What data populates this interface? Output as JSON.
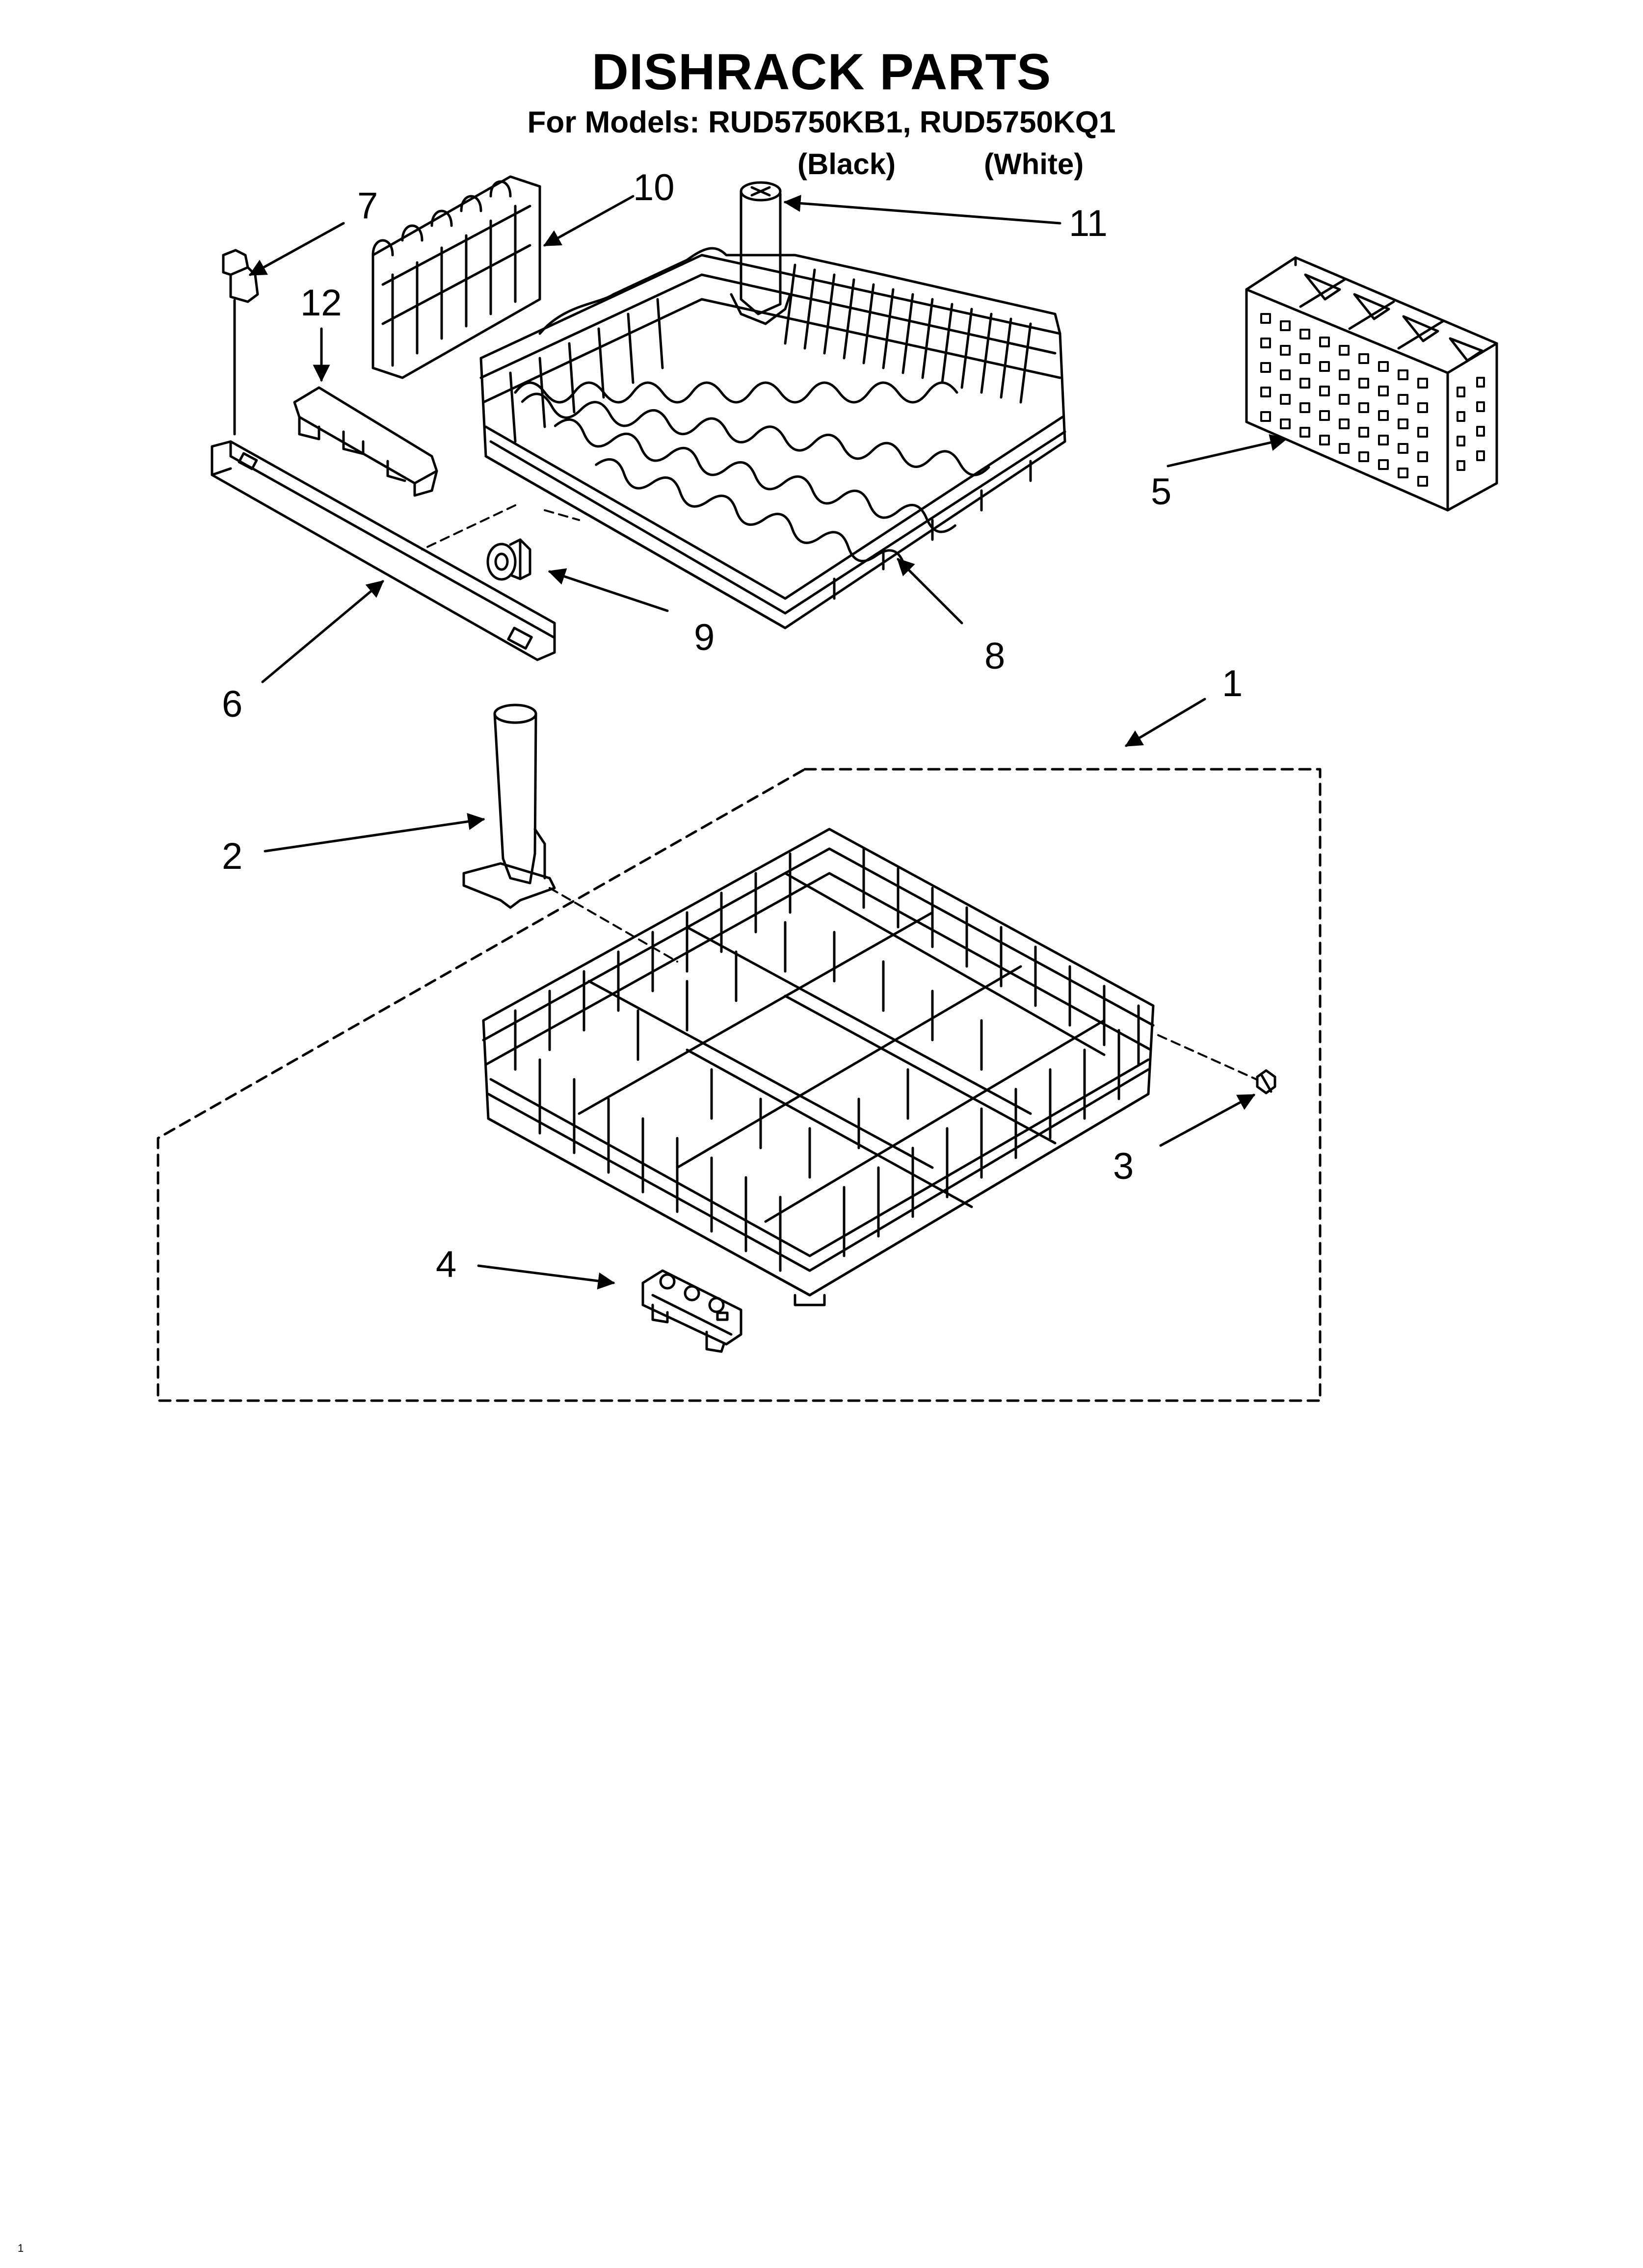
{
  "header": {
    "title": "DISHRACK PARTS",
    "models_line": "For Models: RUD5750KB1, RUD5750KQ1",
    "variant_black": "(Black)",
    "variant_white": "(White)"
  },
  "callouts": {
    "part_1": "1",
    "part_2": "2",
    "part_3": "3",
    "part_4": "4",
    "part_5": "5",
    "part_6": "6",
    "part_7": "7",
    "part_8": "8",
    "part_9": "9",
    "part_10": "10",
    "part_11": "11",
    "part_12": "12"
  },
  "footer": {
    "page_number": "1"
  },
  "colors": {
    "line": "#000000",
    "background": "#ffffff"
  }
}
